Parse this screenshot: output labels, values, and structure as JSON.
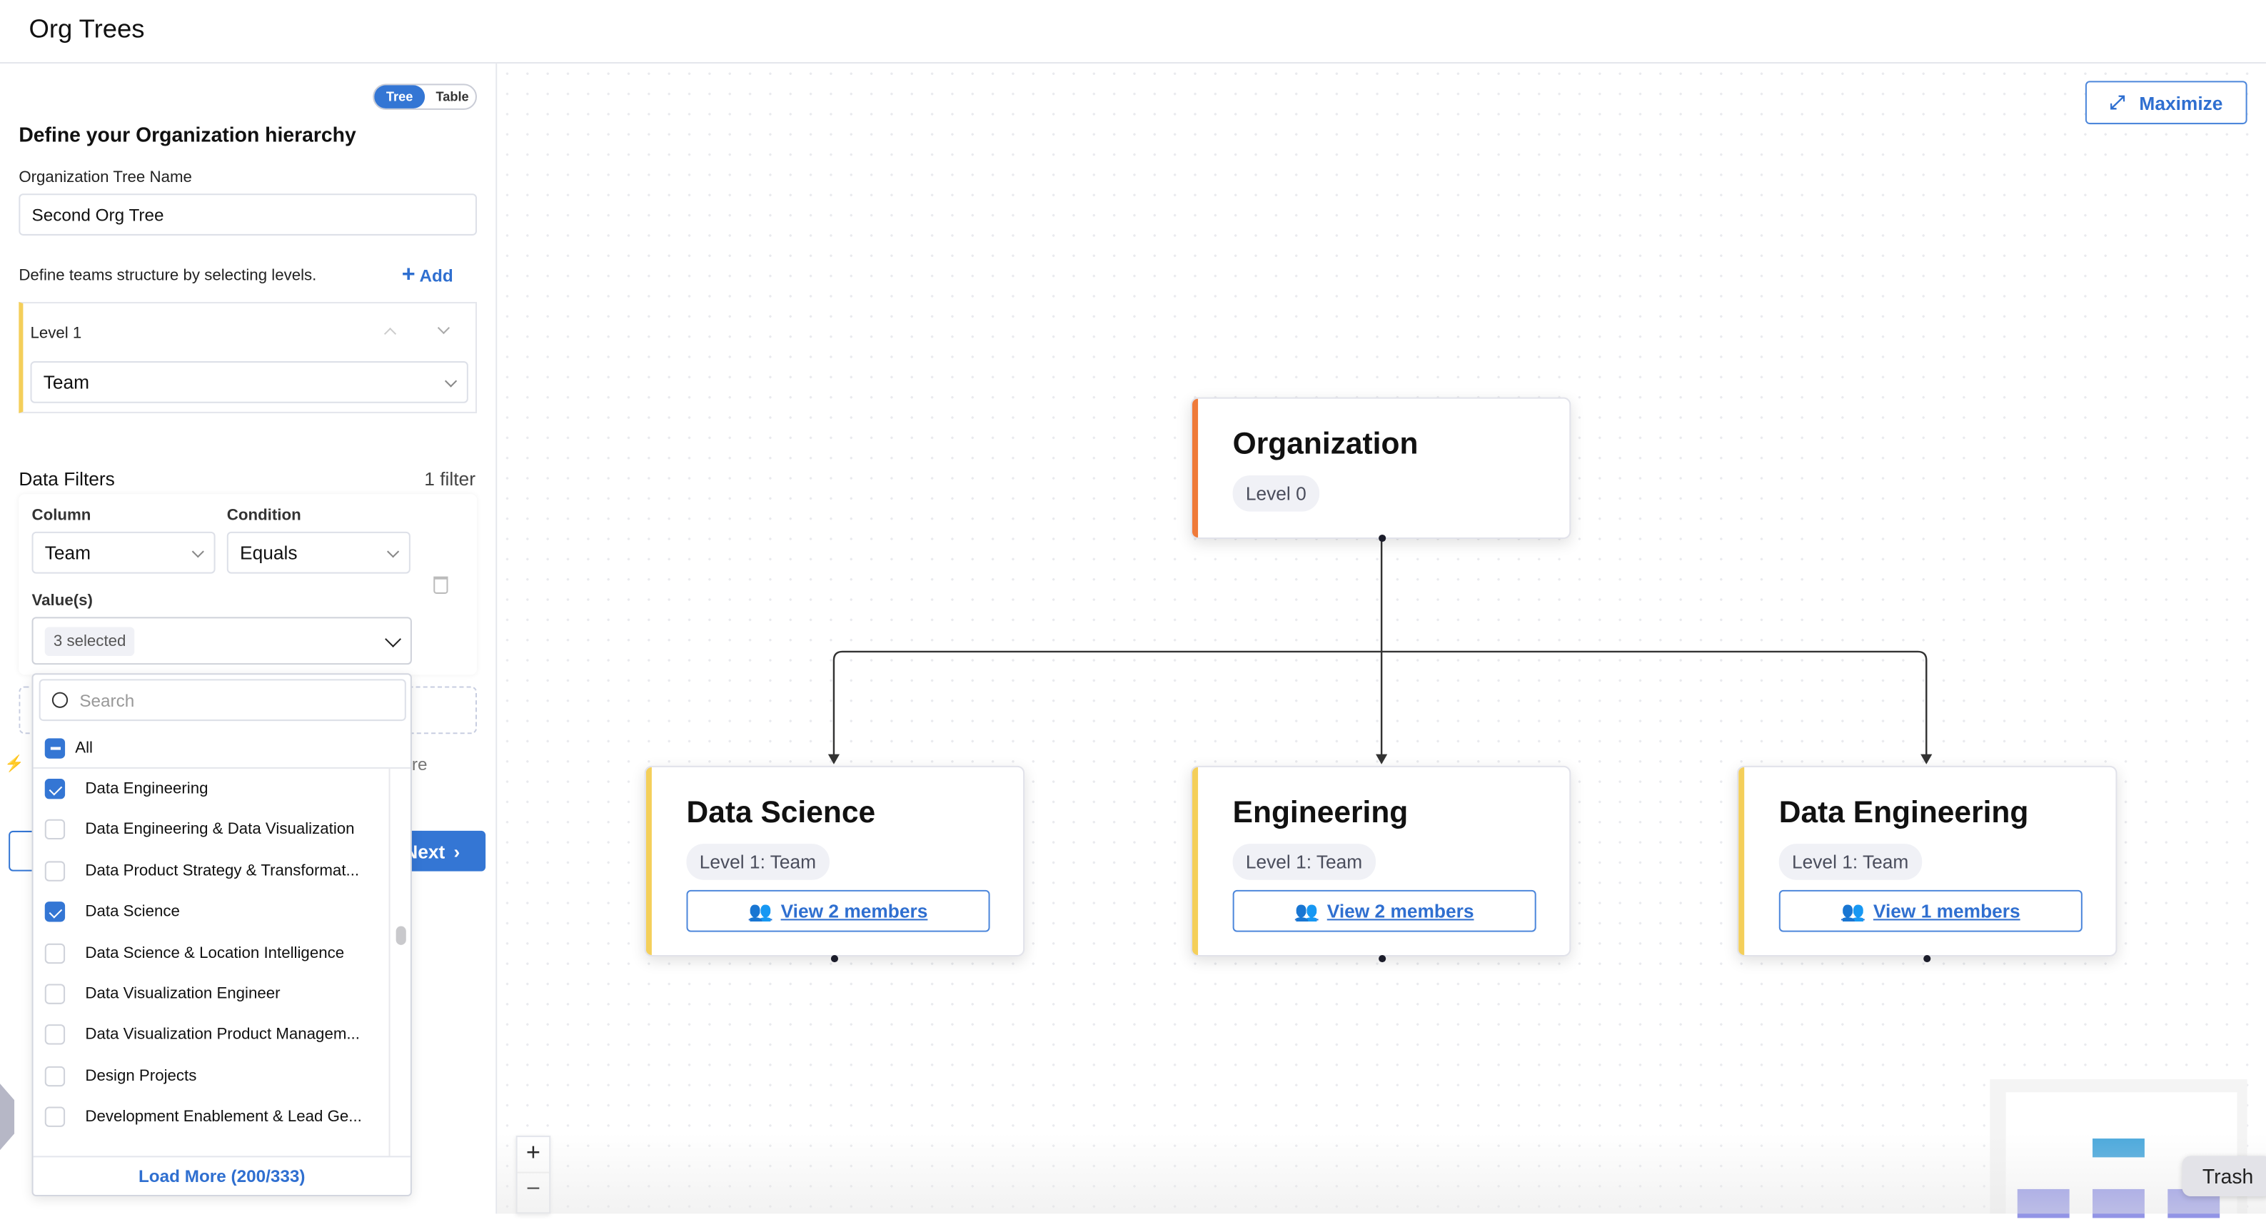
{
  "header": {
    "title": "Org Trees"
  },
  "view_toggle": {
    "options": [
      "Tree",
      "Table"
    ],
    "selected": "Tree"
  },
  "form": {
    "heading": "Define your Organization hierarchy",
    "tree_name_label": "Organization Tree Name",
    "tree_name_value": "Second Org Tree",
    "levels_hint": "Define teams structure by selecting levels.",
    "add_label": "Add",
    "levels": [
      {
        "label": "Level 1",
        "value": "Team"
      }
    ],
    "filters_title": "Data Filters",
    "filters_count": "1 filter",
    "filter": {
      "column_label": "Column",
      "column_value": "Team",
      "condition_label": "Condition",
      "condition_value": "Equals",
      "values_label": "Value(s)",
      "values_chip": "3 selected"
    },
    "partial_text": "re",
    "next_label": "Next"
  },
  "dropdown": {
    "search_placeholder": "Search",
    "all_label": "All",
    "options": [
      {
        "label": "Data Engineering",
        "checked": true
      },
      {
        "label": "Data Engineering & Data Visualization",
        "checked": false
      },
      {
        "label": "Data Product Strategy & Transformat...",
        "checked": false
      },
      {
        "label": "Data Science",
        "checked": true
      },
      {
        "label": "Data Science & Location Intelligence",
        "checked": false
      },
      {
        "label": "Data Visualization Engineer",
        "checked": false
      },
      {
        "label": "Data Visualization Product Managem...",
        "checked": false
      },
      {
        "label": "Design Projects",
        "checked": false
      },
      {
        "label": "Development Enablement & Lead Ge...",
        "checked": false
      }
    ],
    "load_more": "Load More (200/333)"
  },
  "canvas": {
    "maximize_label": "Maximize",
    "root": {
      "title": "Organization",
      "level": "Level 0",
      "color": "#ef7a3a"
    },
    "children": [
      {
        "title": "Data Science",
        "level": "Level 1: Team",
        "members": "View 2 members",
        "color": "#f4cf5a"
      },
      {
        "title": "Engineering",
        "level": "Level 1: Team",
        "members": "View 2 members",
        "color": "#f4cf5a"
      },
      {
        "title": "Data Engineering",
        "level": "Level 1: Team",
        "members": "View 1 members",
        "color": "#f4cf5a"
      }
    ],
    "zoom_in": "+",
    "zoom_out": "−",
    "tooltip": "Trash"
  },
  "colors": {
    "accent": "#3476d4",
    "root_node": "#ef7a3a",
    "level1_node": "#f4cf5a",
    "minimap_root": "#4aa8dc",
    "minimap_child": "#9294e6"
  }
}
